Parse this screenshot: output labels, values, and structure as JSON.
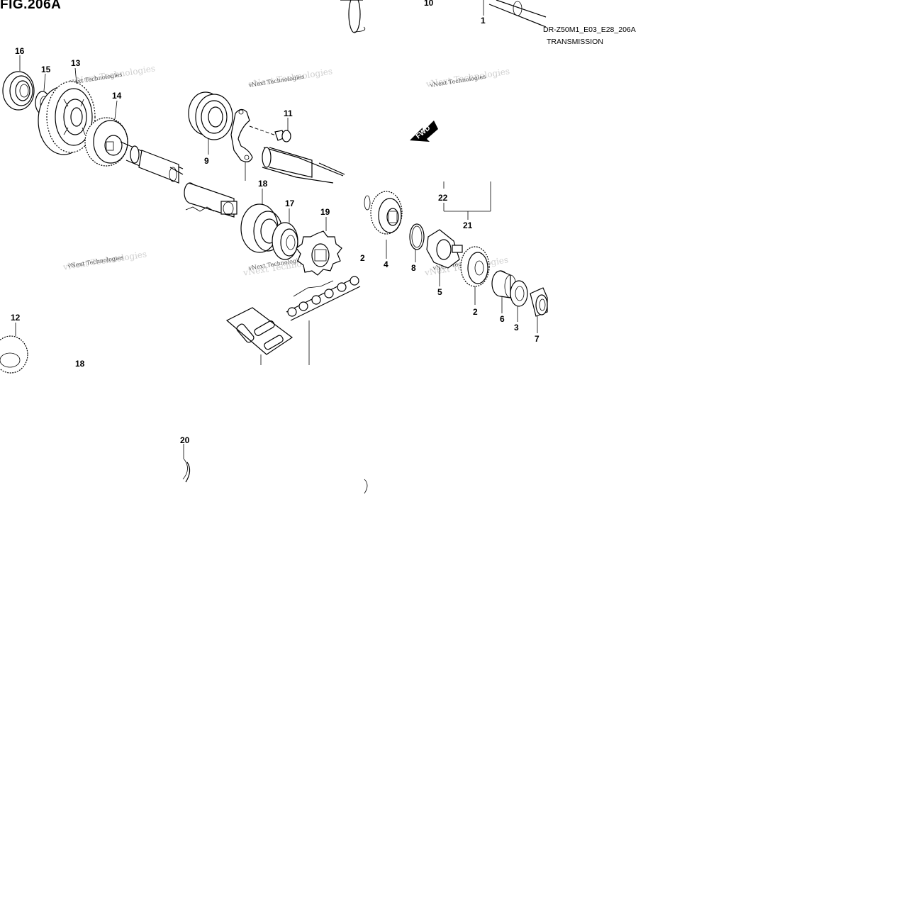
{
  "figure": {
    "title": "FIG.206A",
    "code": "DR-Z50M1_E03_E28_206A",
    "subtitle": "TRANSMISSION",
    "watermark": "vNext Technologies",
    "fwd_label": "FWD"
  },
  "callouts": [
    {
      "id": "c1",
      "label": "1"
    },
    {
      "id": "c2",
      "label": "2"
    },
    {
      "id": "c3",
      "label": "3"
    },
    {
      "id": "c4",
      "label": "4"
    },
    {
      "id": "c5",
      "label": "5"
    },
    {
      "id": "c6",
      "label": "6"
    },
    {
      "id": "c7",
      "label": "7"
    },
    {
      "id": "c8",
      "label": "8"
    },
    {
      "id": "c9",
      "label": "9"
    },
    {
      "id": "c10",
      "label": "10"
    },
    {
      "id": "c11",
      "label": "11"
    },
    {
      "id": "c12",
      "label": "12"
    },
    {
      "id": "c13",
      "label": "13"
    },
    {
      "id": "c14",
      "label": "14"
    },
    {
      "id": "c15",
      "label": "15"
    },
    {
      "id": "c16",
      "label": "16"
    },
    {
      "id": "c17",
      "label": "17"
    },
    {
      "id": "c18a",
      "label": "18"
    },
    {
      "id": "c18b",
      "label": "18"
    },
    {
      "id": "c19",
      "label": "19"
    },
    {
      "id": "c20",
      "label": "20"
    },
    {
      "id": "c21",
      "label": "21"
    },
    {
      "id": "c22",
      "label": "22"
    }
  ]
}
